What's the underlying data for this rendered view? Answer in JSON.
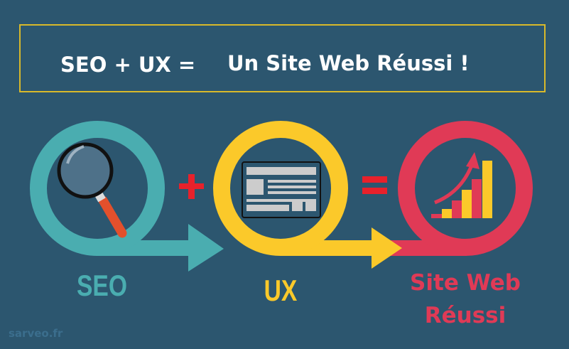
{
  "title": {
    "left": "SEO + UX  =",
    "right": "Un Site Web Réussi !"
  },
  "steps": [
    {
      "label": "SEO",
      "icon": "magnifier-icon",
      "color": "#4aadb0"
    },
    {
      "label": "UX",
      "icon": "webpage-layout-icon",
      "color": "#fbc92a"
    },
    {
      "label_line1": "Site Web",
      "label_line2": "Réussi",
      "icon": "growth-chart-icon",
      "color": "#e03a56"
    }
  ],
  "operators": {
    "plus": "+",
    "equals": "="
  },
  "watermark": "sarveo.fr"
}
